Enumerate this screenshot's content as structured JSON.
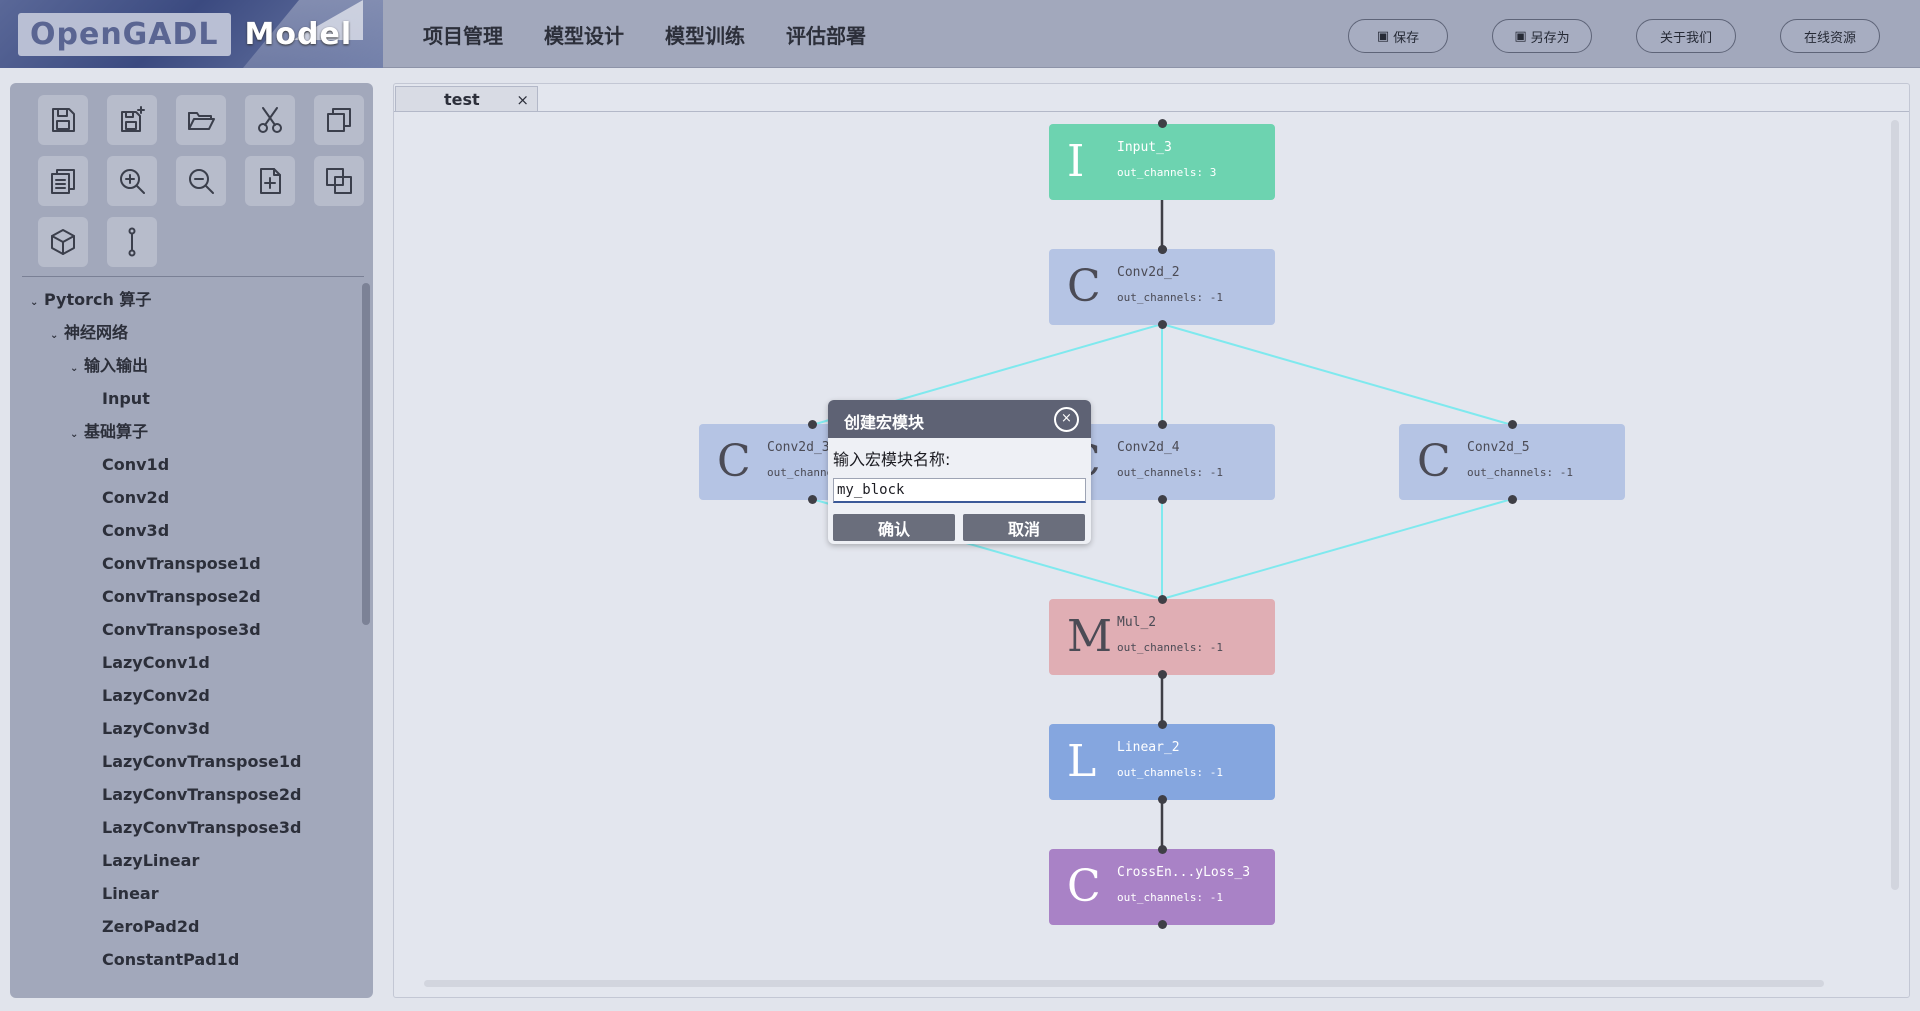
{
  "app": {
    "logo_part1": "OpenGADL",
    "logo_part2": "Model"
  },
  "nav": [
    "项目管理",
    "模型设计",
    "模型训练",
    "评估部署"
  ],
  "header_buttons": {
    "save": "保存",
    "save_as": "另存为",
    "about": "关于我们",
    "online": "在线资源"
  },
  "toolbar_icons": [
    "save-icon",
    "save-new-icon",
    "open-folder-icon",
    "cut-icon",
    "copy-icon",
    "paste-icon",
    "zoom-in-icon",
    "zoom-out-icon",
    "new-file-icon",
    "duplicate-icon",
    "cube-icon",
    "connector-icon"
  ],
  "tree": {
    "root": "Pytorch 算子",
    "group": "神经网络",
    "sub1": "输入输出",
    "sub1_items": [
      "Input"
    ],
    "sub2": "基础算子",
    "sub2_items": [
      "Conv1d",
      "Conv2d",
      "Conv3d",
      "ConvTranspose1d",
      "ConvTranspose2d",
      "ConvTranspose3d",
      "LazyConv1d",
      "LazyConv2d",
      "LazyConv3d",
      "LazyConvTranspose1d",
      "LazyConvTranspose2d",
      "LazyConvTranspose3d",
      "LazyLinear",
      "Linear",
      "ZeroPad2d",
      "ConstantPad1d"
    ]
  },
  "tab": {
    "label": "test",
    "close": "×"
  },
  "nodes": [
    {
      "letter": "I",
      "name": "Input_3",
      "meta": "out_channels: 3",
      "color": "#6dd3b0",
      "text_color": "#ffffff"
    },
    {
      "letter": "C",
      "name": "Conv2d_2",
      "meta": "out_channels: -1",
      "color": "#b5c4e4",
      "text_color": "#4b4b55"
    },
    {
      "letter": "C",
      "name": "Conv2d_3",
      "meta": "out_channels: -1",
      "color": "#b5c4e4",
      "text_color": "#4b4b55"
    },
    {
      "letter": "C",
      "name": "Conv2d_4",
      "meta": "out_channels: -1",
      "color": "#b5c4e4",
      "text_color": "#4b4b55"
    },
    {
      "letter": "C",
      "name": "Conv2d_5",
      "meta": "out_channels: -1",
      "color": "#b5c4e4",
      "text_color": "#4b4b55"
    },
    {
      "letter": "M",
      "name": "Mul_2",
      "meta": "out_channels: -1",
      "color": "#e0aeb4",
      "text_color": "#4b4b55"
    },
    {
      "letter": "L",
      "name": "Linear_2",
      "meta": "out_channels: -1",
      "color": "#85a6df",
      "text_color": "#ffffff"
    },
    {
      "letter": "C",
      "name": "CrossEn...yLoss_3",
      "meta": "out_channels: -1",
      "color": "#a982c6",
      "text_color": "#ffffff"
    }
  ],
  "edge_colors": {
    "solid": "#3f3f46",
    "highlight": "#7fe9ee"
  },
  "dialog": {
    "title": "创建宏模块",
    "label": "输入宏模块名称:",
    "input_value": "my_block",
    "confirm": "确认",
    "cancel": "取消",
    "close": "×"
  }
}
